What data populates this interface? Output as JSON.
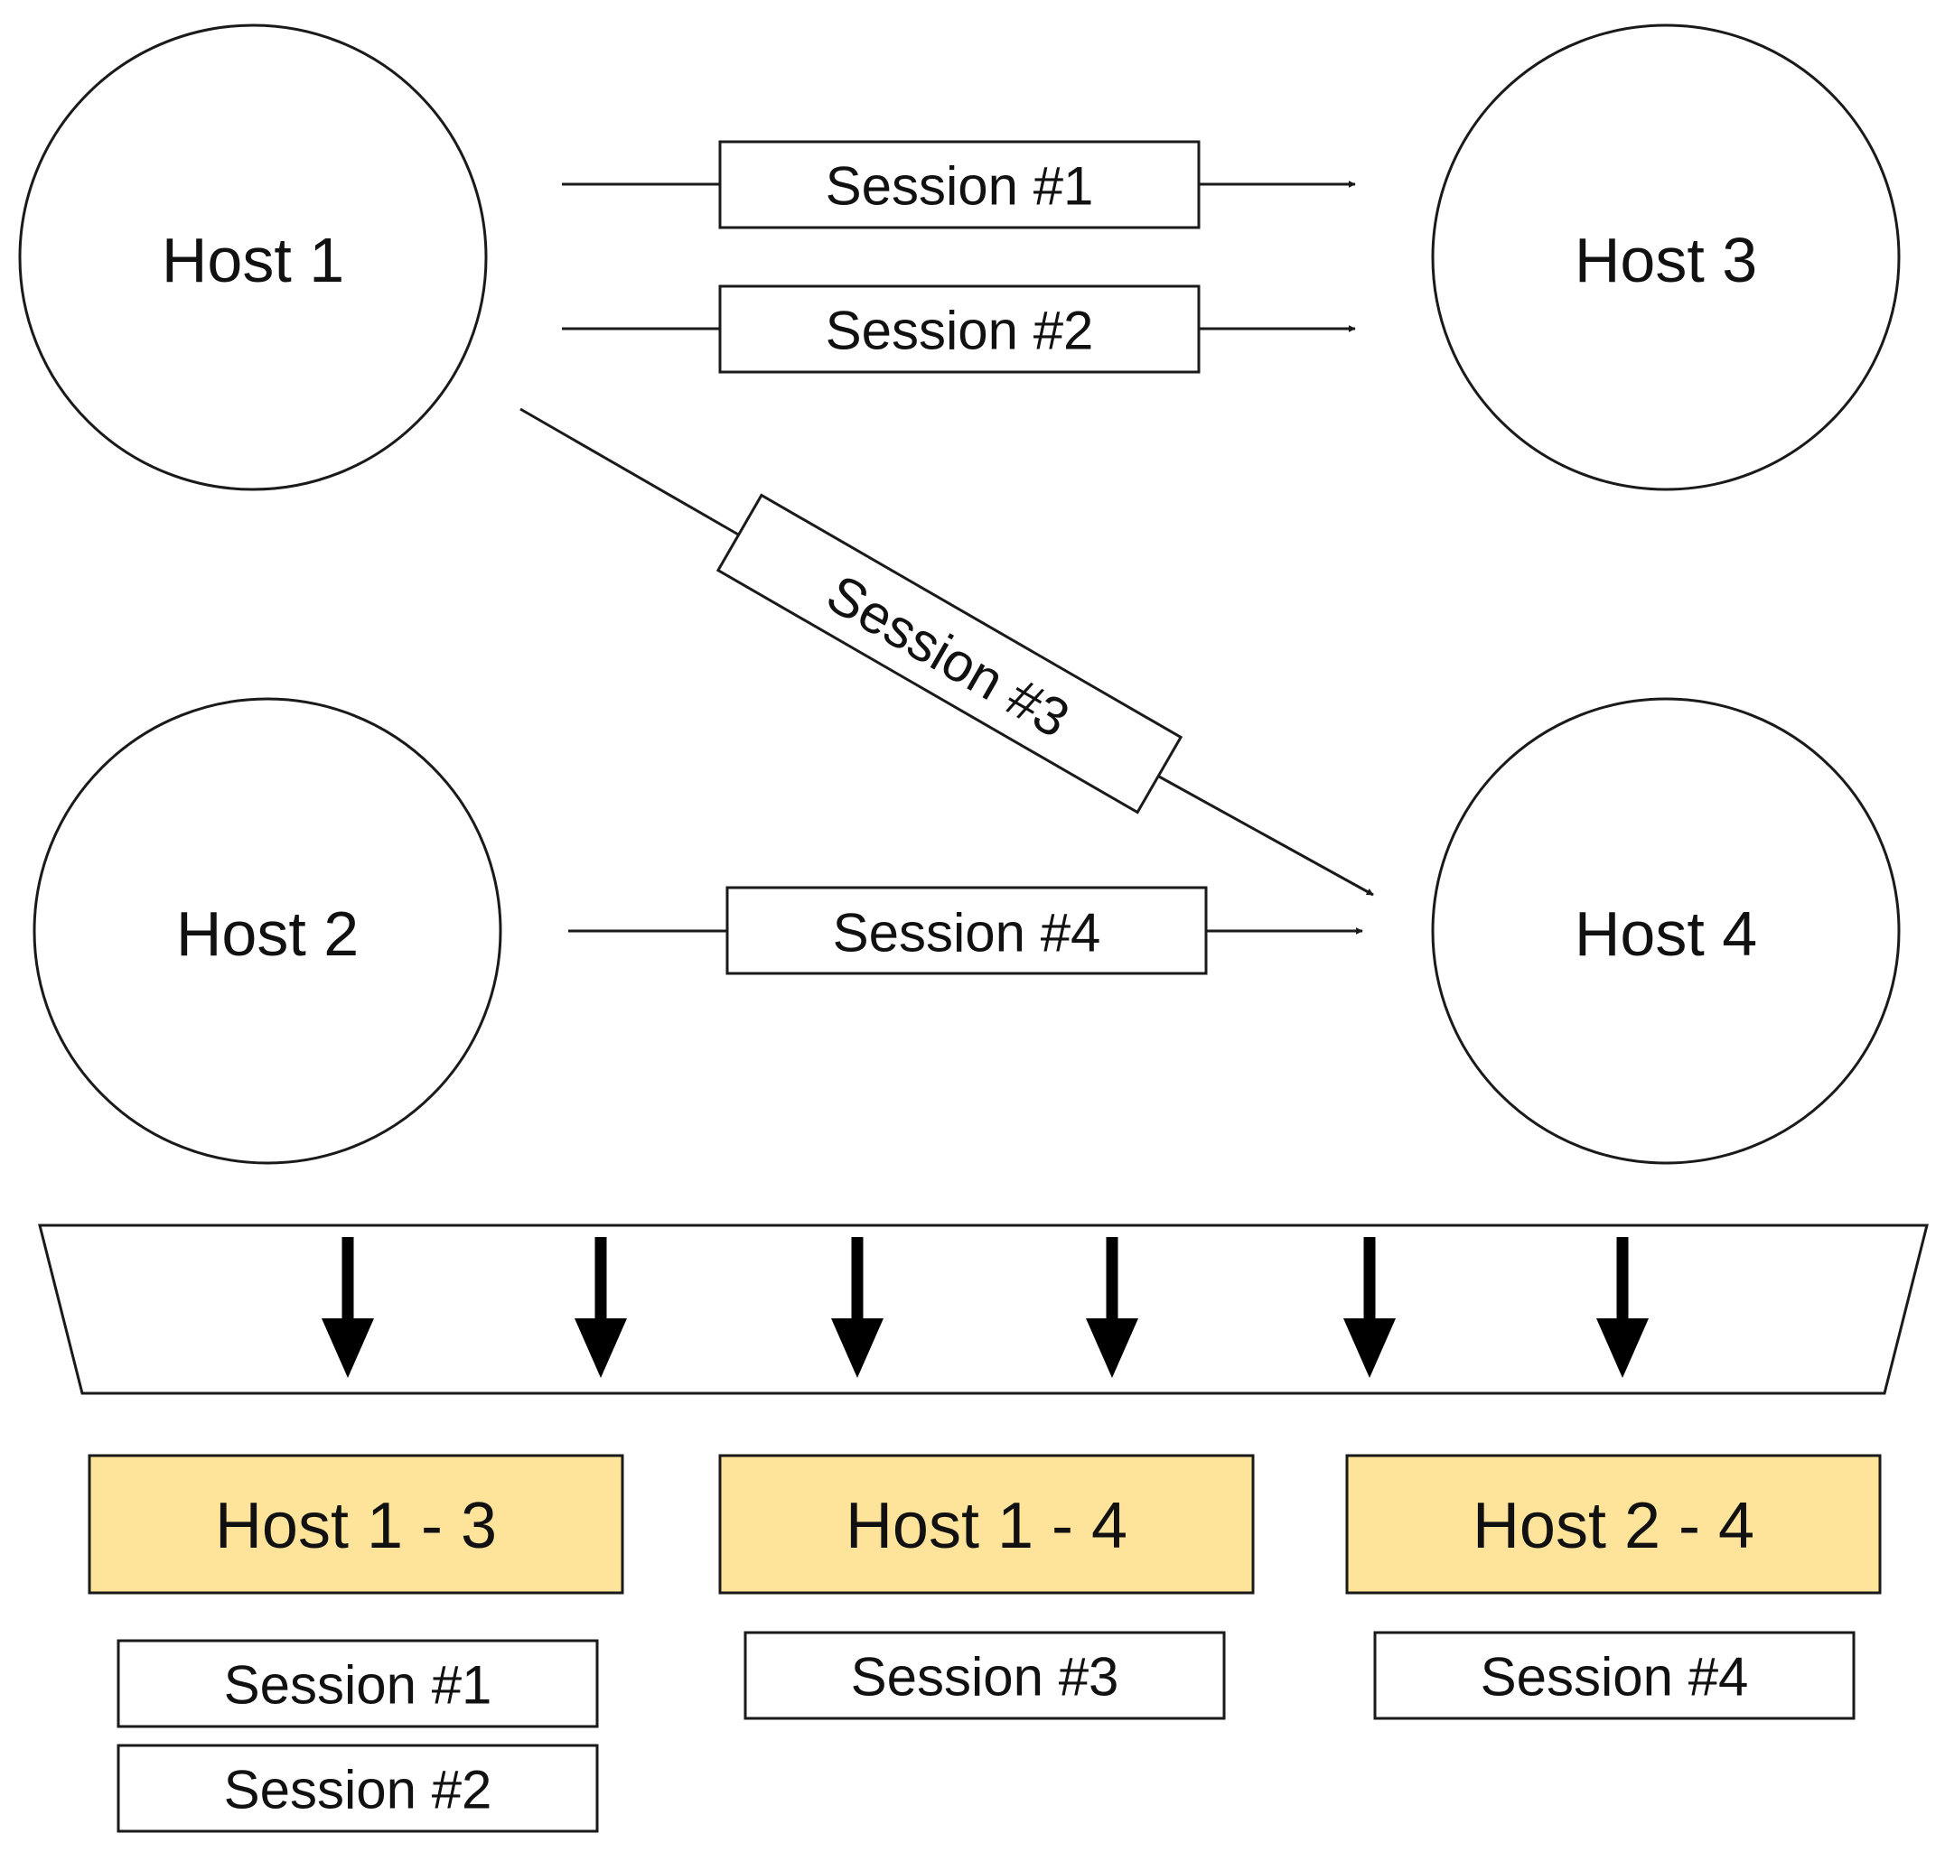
{
  "hosts": {
    "host1": "Host 1",
    "host2": "Host 2",
    "host3": "Host 3",
    "host4": "Host 4"
  },
  "sessions": {
    "s1": "Session #1",
    "s2": "Session #2",
    "s3": "Session #3",
    "s4": "Session #4"
  },
  "groups": [
    {
      "title": "Host 1 - 3",
      "sessions": [
        "Session #1",
        "Session #2"
      ]
    },
    {
      "title": "Host 1 - 4",
      "sessions": [
        "Session #3"
      ]
    },
    {
      "title": "Host 2 - 4",
      "sessions": [
        "Session #4"
      ]
    }
  ],
  "colors": {
    "group_fill": "#fde49a",
    "stroke": "#1a1a1a"
  }
}
